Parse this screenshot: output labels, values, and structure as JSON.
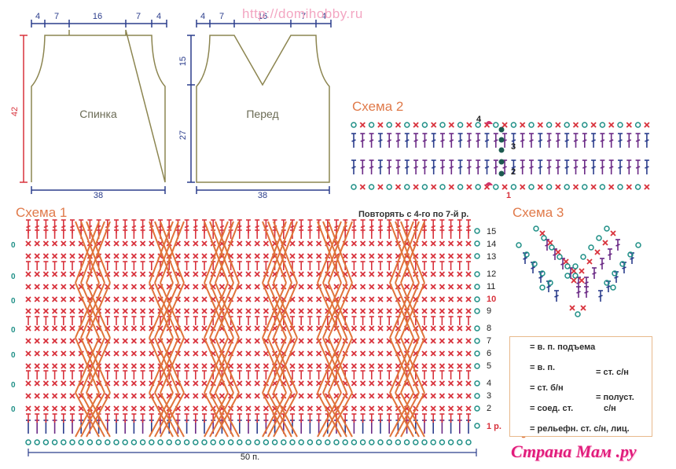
{
  "watermark_top": "http://domihobby.ru",
  "watermark_bottom": "Страна Мам",
  "watermark_bottom_suffix": ".ру",
  "pattern_back": {
    "label": "Спинка",
    "top_measures": [
      "4",
      "7",
      "16",
      "7",
      "4"
    ],
    "height_measure": "42",
    "bottom_measure": "38"
  },
  "pattern_front": {
    "label": "Перед",
    "top_measures": [
      "4",
      "7",
      "16",
      "7",
      "4"
    ],
    "neck_depth_measure": "15",
    "body_height_measure": "27",
    "bottom_measure": "38"
  },
  "scheme1": {
    "title": "Схема 1",
    "repeat_note": "Повторять с 4-го по 7-й р.",
    "row_labels": [
      "15",
      "14",
      "13",
      "12",
      "11",
      "10",
      "9",
      "8",
      "7",
      "6",
      "5",
      "4",
      "3",
      "2",
      "1 р."
    ],
    "foundation_label": "50 п."
  },
  "scheme2": {
    "title": "Схема 2",
    "row_markers": [
      "4",
      "3",
      "2",
      "1"
    ]
  },
  "scheme3": {
    "title": "Схема 3"
  },
  "legend": {
    "items": [
      {
        "label": "= в. п. подъема"
      },
      {
        "label": "= в. п."
      },
      {
        "label": "= ст. б/н"
      },
      {
        "label": "= соед. ст."
      },
      {
        "label": "= рельефн. ст. с/н, лиц."
      },
      {
        "label": "= ст. с/н"
      },
      {
        "label": "= полуст."
      },
      {
        "label": "с/н"
      }
    ]
  },
  "colors": {
    "navy": "#2b3d8c",
    "red": "#d8323c",
    "teal": "#1e8f86",
    "purple": "#6b2a86",
    "orange": "#e0733a",
    "olive": "#8c8550",
    "pink": "#d0356a",
    "dark_teal": "#1d5a50"
  }
}
